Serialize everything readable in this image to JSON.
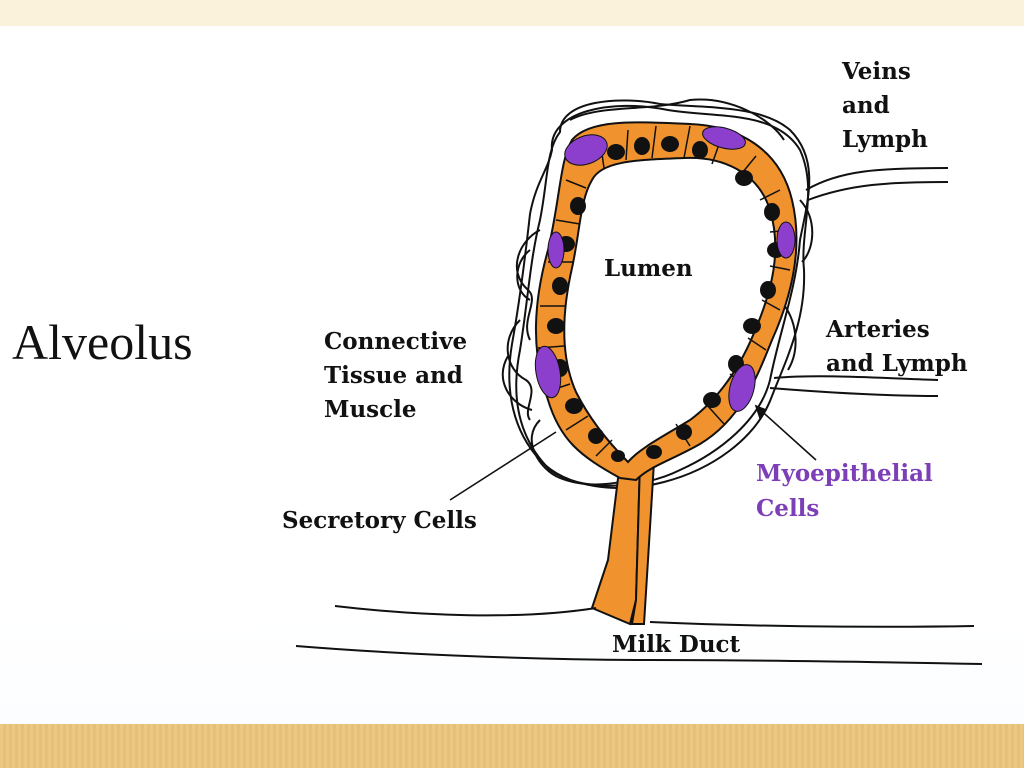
{
  "title": "Alveolus",
  "colors": {
    "cell_fill": "#f0932e",
    "myoepithelial_fill": "#8b3fcc",
    "nucleus_fill": "#111111",
    "myoepithelial_label": "#7c3fb7",
    "bottom_band": "#ebc983",
    "top_band": "#fbf2dc"
  },
  "labels": {
    "veins": [
      "Veins",
      "and",
      "Lymph"
    ],
    "lumen": "Lumen",
    "connective": [
      "Connective",
      "Tissue and",
      "Muscle"
    ],
    "arteries": [
      "Arteries",
      "and Lymph"
    ],
    "myoepithelial": [
      "Myoepithelial",
      "Cells"
    ],
    "secretory": "Secretory Cells",
    "milk_duct": "Milk Duct"
  }
}
